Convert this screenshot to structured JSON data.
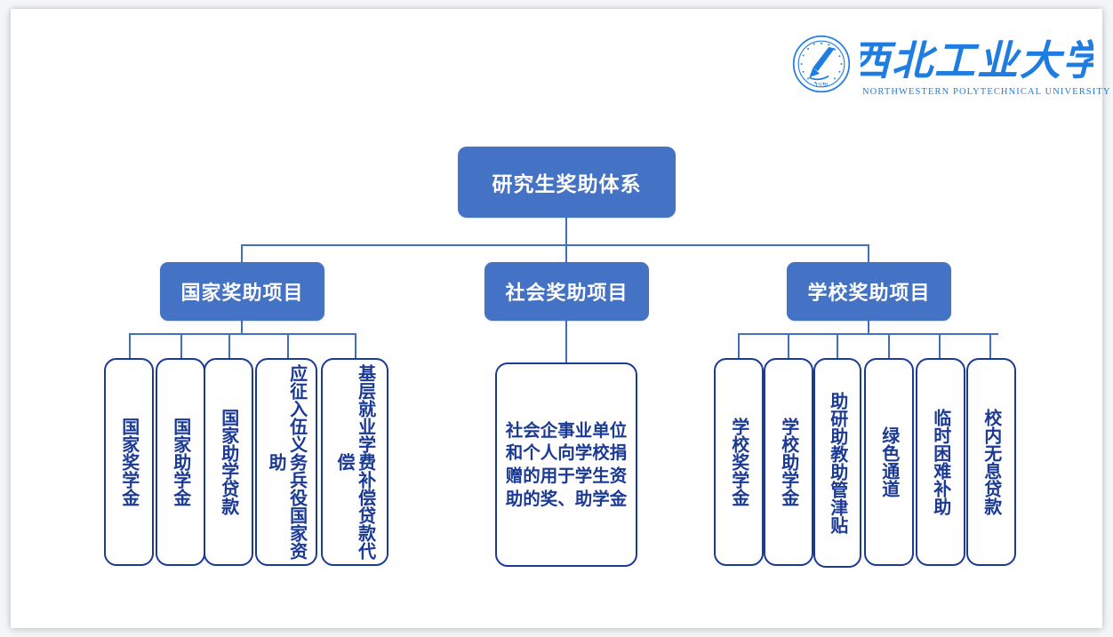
{
  "logo": {
    "emblem_name": "nwpu-emblem",
    "chinese_name": "西北工业大学",
    "english_name": "NORTHWESTERN POLYTECHNICAL UNIVERSITY",
    "color": "#1f7ce0"
  },
  "colors": {
    "node_fill": "#4472c4",
    "node_text": "#ffffff",
    "leaf_border": "#1b3a94",
    "leaf_text": "#1b3a94",
    "connector": "#3f6fc0",
    "slide_background": "#ffffff",
    "page_background": "#f4f5f7"
  },
  "chart_data": {
    "type": "diagram",
    "title": "研究生奖助体系",
    "root": {
      "label": "研究生奖助体系"
    },
    "branches": [
      {
        "label": "国家奖助项目",
        "leaves": [
          {
            "label": "国家奖学金",
            "orientation": "vertical"
          },
          {
            "label": "国家助学金",
            "orientation": "vertical"
          },
          {
            "label": "国家助学贷款",
            "orientation": "vertical"
          },
          {
            "label": "应征入伍义务兵役国家资助",
            "orientation": "vertical"
          },
          {
            "label": "基层就业学费补偿贷款代偿",
            "orientation": "vertical"
          }
        ]
      },
      {
        "label": "社会奖助项目",
        "leaves": [
          {
            "label": "社会企事业单位和个人向学校捐赠的用于学生资助的奖、助学金",
            "orientation": "horizontal"
          }
        ]
      },
      {
        "label": "学校奖助项目",
        "leaves": [
          {
            "label": "学校奖学金",
            "orientation": "vertical"
          },
          {
            "label": "学校助学金",
            "orientation": "vertical"
          },
          {
            "label": "助研助教助管津贴",
            "orientation": "vertical"
          },
          {
            "label": "绿色通道",
            "orientation": "vertical"
          },
          {
            "label": "临时困难补助",
            "orientation": "vertical"
          },
          {
            "label": "校内无息贷款",
            "orientation": "vertical"
          }
        ]
      }
    ]
  }
}
